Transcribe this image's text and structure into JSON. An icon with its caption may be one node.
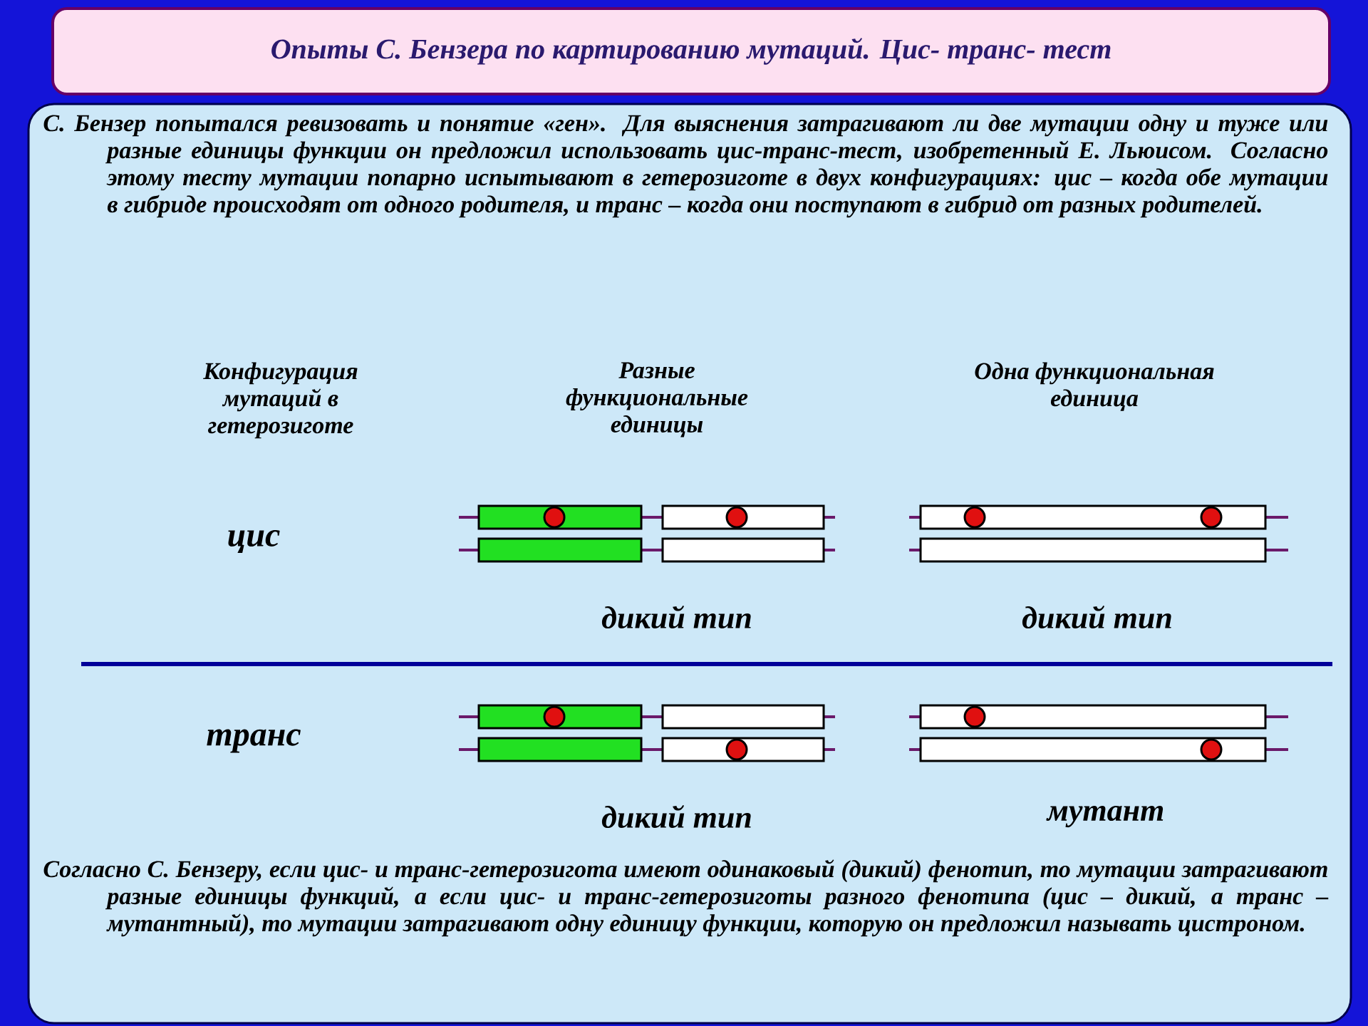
{
  "diagram": {
    "title": "Опыты С. Бензера по картированию мутаций. Цис- транс- тест",
    "labels": [
      "С. Бензер попытался ревизовать и понятие «ген». Для выяснения затрагивают ли две мутации одну и туже или разные единицы функции он предложил использовать цис-транс-тест, изобретенный Е. Льюисом. Согласно этому тесту мутации попарно испытывают в гетерозиготе в двух конфигурациях: цис – когда обе мутации в гибриде происходят от одного родителя, и транс – когда они поступают в гибрид от разных родителей.",
      "Конфигурация мутаций в гетерозиготе",
      "Разные функциональные единицы",
      "Одна функциональная единица",
      "цис",
      "дикий тип",
      "дикий тип",
      "транс",
      "дикий тип",
      "мутант",
      "Согласно С. Бензеру, если цис- и транс-гетерозигота имеют одинаковый (дикий) фенотип, то мутации затрагивают разные единицы функций, а если цис- и транс-гетерозиготы разного фенотипа (цис – дикий, а транс – мутантный), то мутации затрагивают одну единицу функции, которую он предложил называть цистроном."
    ]
  }
}
